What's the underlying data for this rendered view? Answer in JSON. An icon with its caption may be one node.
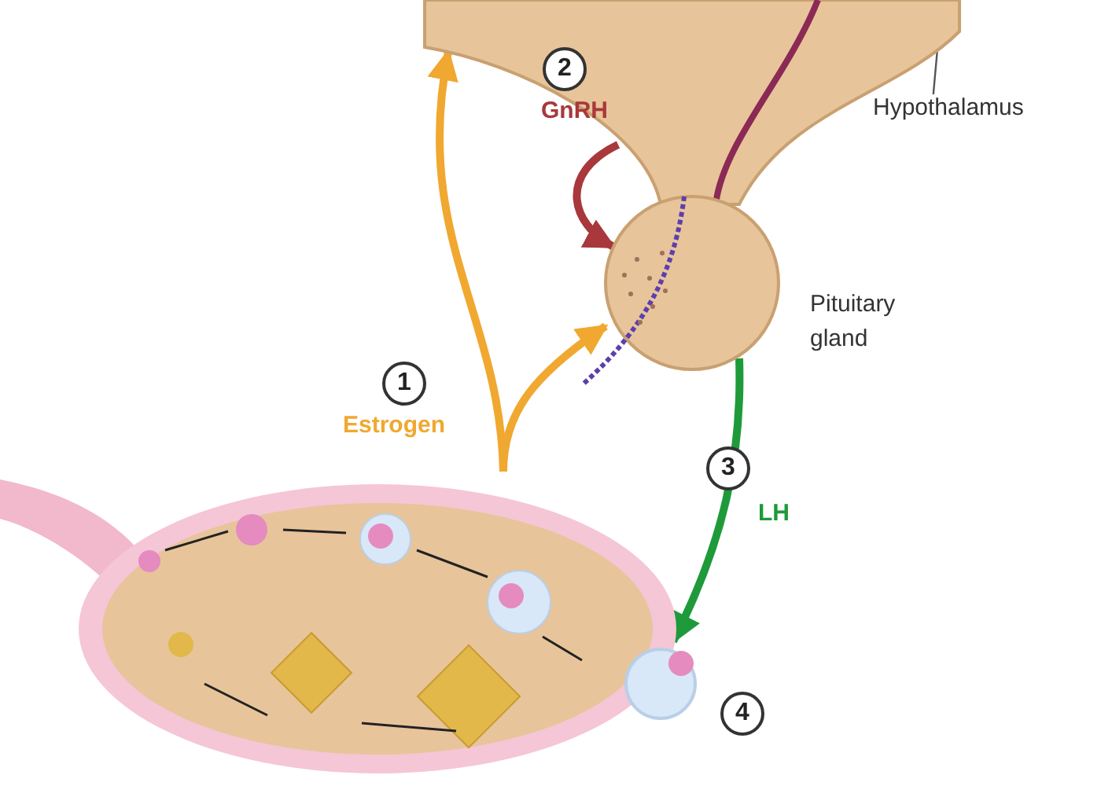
{
  "diagram": {
    "nodes": [
      {
        "text": [],
        "shape": "picture"
      },
      {
        "text": [
          "Hypothalamus"
        ]
      },
      {
        "text": [],
        "shape": "picture"
      },
      {
        "text": [],
        "shape": "picture"
      },
      {
        "text": [],
        "shape": "picture",
        "in": 3,
        "beside": [
          "4"
        ]
      }
    ],
    "edges": [
      {
        "from": 3,
        "to": 0,
        "arrow": "to",
        "label": "Estrogen",
        "color": "#f0a830"
      },
      {
        "from": 3,
        "to": 2,
        "arrow": "to",
        "color": "#f0a830"
      },
      {
        "from": 0,
        "to": 2,
        "arrow": "to",
        "label": "GnRH",
        "color": "#a8383c"
      },
      {
        "from": 2,
        "to": 4,
        "arrow": "to",
        "label": "LH",
        "color": "#1e9a3a"
      },
      {
        "from": 1,
        "to": 0,
        "arrow": "none",
        "color": "#555555"
      }
    ],
    "labels": [
      "2",
      "Pituitary gland",
      "1",
      "3"
    ]
  }
}
